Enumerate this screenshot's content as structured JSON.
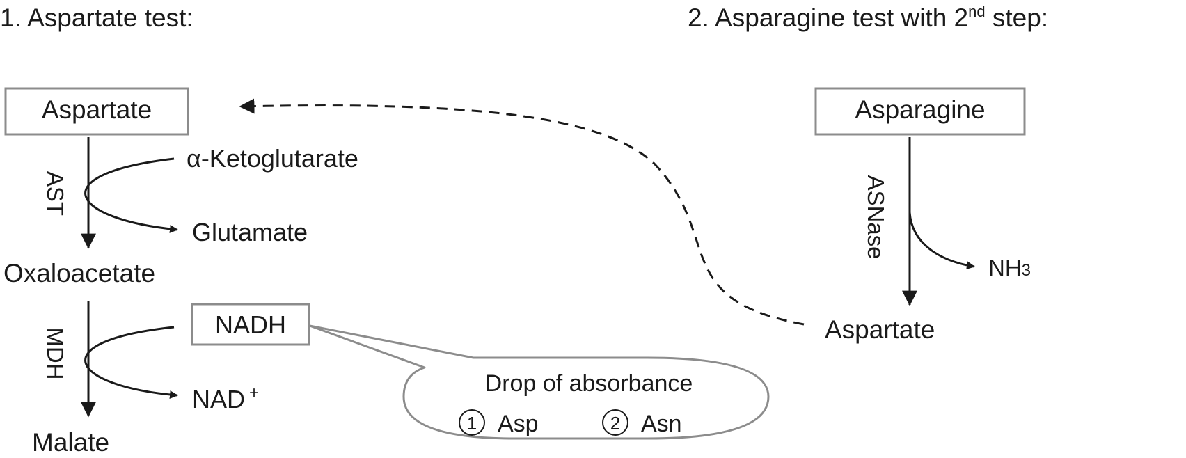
{
  "section1": {
    "title": "1. Aspartate test:",
    "substrate": "Aspartate",
    "enzyme1": "AST",
    "cosubstrate1": "α-Ketoglutarate",
    "coproduct1": "Glutamate",
    "intermediate": "Oxaloacetate",
    "enzyme2": "MDH",
    "cosubstrate2": "NADH",
    "coproduct2_base": "NAD",
    "coproduct2_sup": "+",
    "product": "Malate"
  },
  "section2": {
    "title_main": "2. Asparagine test with 2",
    "title_sup": "nd",
    "title_end": " step:",
    "substrate": "Asparagine",
    "enzyme": "ASNase",
    "coproduct_base": "NH",
    "coproduct_sub": "3",
    "product": "Aspartate"
  },
  "callout": {
    "line1": "Drop of absorbance",
    "marker1": "1",
    "item1": "Asp",
    "marker2": "2",
    "item2": "Asn"
  },
  "colors": {
    "box_border": "#8c8c8c",
    "text": "#1a1a1a",
    "arrow": "#1a1a1a"
  }
}
